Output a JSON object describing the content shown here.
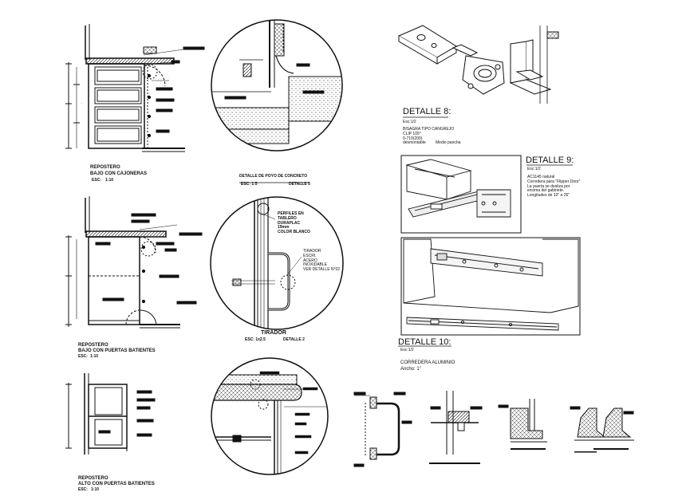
{
  "left_column": {
    "drawer_unit": {
      "title": "REPOSTERO",
      "subtitle": "BAJO CON CAJONERAS",
      "scale_label": "ESC:",
      "scale": "1:10"
    },
    "doors_unit": {
      "title": "REPOSTERO",
      "subtitle": "BAJO CON PUERTAS BATIENTES",
      "scale_label": "ESC:",
      "scale": "1:10"
    },
    "upper_unit": {
      "title": "REPOSTERO",
      "subtitle": "ALTO CON PUERTAS BATIENTES",
      "scale_label": "ESC:",
      "scale": "1:10"
    }
  },
  "middle_column": {
    "concrete_detail": {
      "title": "DETALLE DE POYO DE CONCRETO",
      "scale": "ESC: 1:5",
      "number": "DETALLE 5"
    },
    "pull_detail": {
      "note_top": "PERFILES EN\nTABLERO\nDURAPLAC\n19mm\nCOLOR BLANCO",
      "note_pull": "TIRADOR\nESCRI.\nACERO\nINOXIDABLE\nVER DETALLE N°02",
      "title": "TIRADOR",
      "scale": "ESC: 1x2.5",
      "number": "DETALLE 2"
    }
  },
  "right_column": {
    "detalle8": {
      "title": "DETALLE 8:",
      "scale": "Esc:1/2",
      "description": "BISAGRA TIPO CANGREJO\nCLIP 105°\n0-719(200)\ndesmontable",
      "note": "Medio pancha"
    },
    "detalle9": {
      "title": "DETALLE 9:",
      "scale": "Esc:1/2",
      "description": "AC1145 natural\nCorredera para \"Flipper Door\"\nLa puerta se desliza por\nencima del gabinete.\nLongitudes de 10\" a 26\""
    },
    "detalle10": {
      "title": "DETALLE 10:",
      "scale": "Esc:1/2",
      "description": "CORREDERA ALUMINIO",
      "width": "Ancho: 1\""
    }
  },
  "colors": {
    "ink": "#111111",
    "paper": "#ffffff",
    "hatch": "#444444"
  }
}
